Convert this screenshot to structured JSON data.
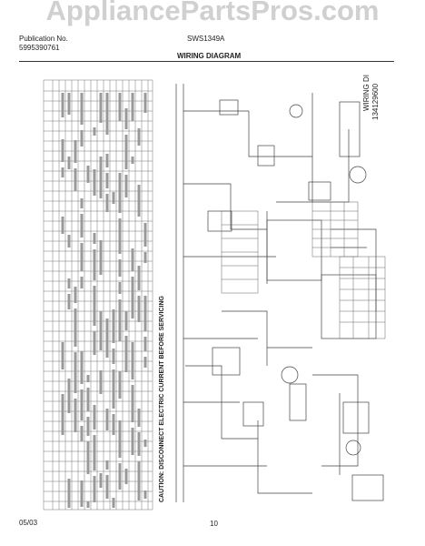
{
  "watermark": "AppliancePartsPros.com",
  "header": {
    "publication_label": "Publication No.",
    "publication_no": "5995390761",
    "model": "SWS1349A",
    "section_title": "WIRING DIAGRAM"
  },
  "caution": "CAUTION: DISCONNECT ELECTRIC CURRENT BEFORE SERVICING",
  "diagram_title": "WIRING DIAGRAM",
  "diagram_part_no": "134129600",
  "footer": {
    "date": "05/03",
    "page": "10"
  }
}
